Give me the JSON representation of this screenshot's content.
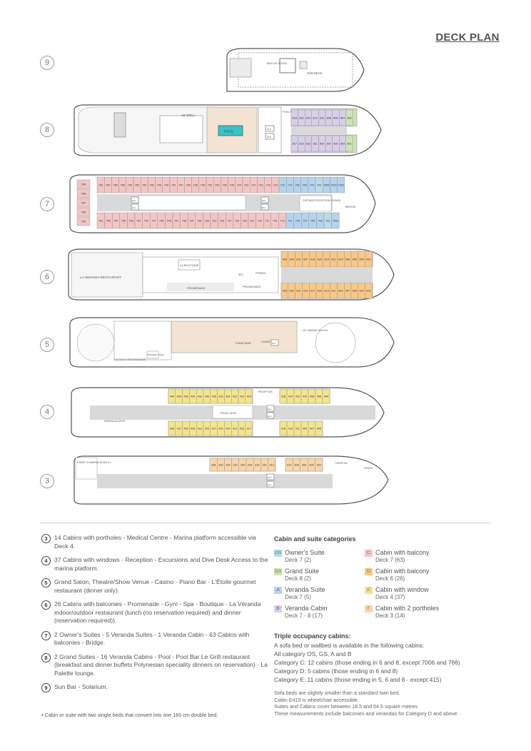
{
  "page": {
    "title": "DECK PLAN"
  },
  "decks": [
    {
      "num": "9"
    },
    {
      "num": "8"
    },
    {
      "num": "7"
    },
    {
      "num": "6"
    },
    {
      "num": "5"
    },
    {
      "num": "4"
    },
    {
      "num": "3"
    }
  ],
  "colors": {
    "OS": "#b9dbe8",
    "GS": "#cfe1b9",
    "A": "#b5d3ee",
    "B": "#d7cfe8",
    "C": "#f2c6c4",
    "D": "#f7c88a",
    "E": "#f3e48e",
    "F": "#f7d6aa",
    "hull": "#555555",
    "corridor": "#d9d9d9",
    "pool": "#36c4c8"
  },
  "deck_labels": {
    "bar": "BAR DU SOLEIL",
    "sun_deck": "SUN DECK",
    "le_grill": "LE GRILL",
    "pool": "POOL",
    "pool_bar": "POOL BAR",
    "elv": "ELV",
    "bridge": "BRIDGE",
    "captains": "CAPTAIN'S RECEPTION LOUNGE",
    "veranda_rest": "LA VERANDA RESTAURANT",
    "boutique": "LA BOUTIQUE",
    "promenade": "PROMENADE",
    "spa": "SPA",
    "fitness": "FITNESS",
    "grand_salon": "LE GRAND SALON",
    "piano_bar": "PIANO BAR",
    "casino": "CASINO",
    "internet": "INTERNET CAFÉ",
    "etoile": "L'ETOILE RESTAURANT",
    "marina": "MARINA ACCESS",
    "travel_desk": "TRAVEL DESK",
    "reception": "RECEPTION",
    "stairs": "STAIRS TO MARINA ON DECK 4",
    "hospital": "HOSPITAL",
    "pharm": "PHARM"
  },
  "cabins": {
    "d8_top": [
      "818",
      "816",
      "814",
      "812",
      "810",
      "808",
      "806",
      "804",
      "802"
    ],
    "d8_bot": [
      "817",
      "815",
      "813",
      "811",
      "809",
      "807",
      "805",
      "803",
      "801"
    ],
    "d7_top": [
      "762",
      "760",
      "758",
      "756",
      "754",
      "752",
      "750",
      "748",
      "746",
      "744",
      "742",
      "740",
      "738",
      "736",
      "734",
      "732",
      "730",
      "728",
      "726",
      "724",
      "722",
      "720",
      "718",
      "716",
      "714",
      "712",
      "710",
      "708",
      "706",
      "704",
      "702",
      "7006",
      "7004",
      "7002"
    ],
    "d7_bot": [
      "761",
      "759",
      "757",
      "755",
      "753",
      "751",
      "749",
      "747",
      "745",
      "743",
      "741",
      "739",
      "737",
      "735",
      "733",
      "731",
      "729",
      "727",
      "725",
      "723",
      "721",
      "719",
      "717",
      "715",
      "713",
      "711",
      "709",
      "707",
      "705",
      "703",
      "701",
      "7003"
    ],
    "d7_aft": [
      "764",
      "766",
      "767",
      "765",
      "763"
    ],
    "d6_top": [
      "626",
      "624",
      "622",
      "620",
      "618",
      "616",
      "614",
      "612",
      "610",
      "608",
      "606",
      "604",
      "602"
    ],
    "d6_bot": [
      "625",
      "623",
      "621",
      "619",
      "617",
      "615",
      "613",
      "611",
      "609",
      "607",
      "605",
      "603",
      "601"
    ],
    "d4_top1": [
      "440",
      "438",
      "436",
      "434",
      "432",
      "430",
      "428",
      "426",
      "424",
      "422",
      "420",
      "418"
    ],
    "d4_top2": [
      "416",
      "414",
      "412",
      "410",
      "408",
      "406",
      "404"
    ],
    "d4_bot1": [
      "439",
      "437",
      "435",
      "433",
      "431",
      "429",
      "427",
      "425",
      "423",
      "421",
      "419",
      "417"
    ],
    "d4_bot2": [
      "415",
      "413",
      "411",
      "409",
      "407",
      "405"
    ],
    "d3_top1": [
      "328",
      "326",
      "324",
      "322",
      "320",
      "318",
      "316",
      "314",
      "312"
    ],
    "d3_top2": [
      "310",
      "308",
      "306",
      "304",
      "302"
    ]
  },
  "legend": [
    {
      "num": "3",
      "text": "14 Cabins with portholes - Medical Centre - Marina platform accessible via Deck 4."
    },
    {
      "num": "4",
      "text": "37 Cabins with windows - Reception - Excursions and Dive Desk Access to the marina platform."
    },
    {
      "num": "5",
      "text": "Grand Salon, Theatre/Show Venue - Casino - Piano Bar - L'Étoile gourmet restaurant (dinner only)."
    },
    {
      "num": "6",
      "text": "26 Cabins with balconies - Promenade - Gym - Spa - Boutique - La Véranda indoor/outdoor restaurant (lunch (no reservation required) and dinner (reservation required))."
    },
    {
      "num": "7",
      "text": "2 Owner's Suites - 5 Veranda Suites - 1 Veranda Cabin - 63 Cabins with balconies - Bridge."
    },
    {
      "num": "8",
      "text": "2 Grand Suites - 16 Veranda Cabins - Pool - Pool Bar Le Grill restaurant (breakfast and dinner buffets Polynesian speciality dinners on reservation) - La Palette lounge."
    },
    {
      "num": "9",
      "text": "Sun Bar - Solarium."
    }
  ],
  "footnote": "• Cabin or suite with two single beds that convert into one 160 cm double bed.",
  "categories_title": "Cabin and suite categories",
  "categories": [
    {
      "code": "OS",
      "name": "Owner's Suite",
      "deck": "Deck 7 (2)"
    },
    {
      "code": "C",
      "name": "Cabin with balcony",
      "deck": "Deck 7 (63)"
    },
    {
      "code": "GS",
      "name": "Grand Suite",
      "deck": "Deck 8 (2)"
    },
    {
      "code": "D",
      "name": "Cabin with balcony",
      "deck": "Deck 6 (26)"
    },
    {
      "code": "A",
      "name": "Veranda Suite",
      "deck": "Deck 7 (5)"
    },
    {
      "code": "E",
      "name": "Cabin with window",
      "deck": "Deck 4 (37)"
    },
    {
      "code": "B",
      "name": "Veranda Cabin",
      "deck": "Deck 7 - 8 (17)"
    },
    {
      "code": "F",
      "name": "Cabin with 2 portholes",
      "deck": "Deck 3 (14)"
    }
  ],
  "triple": {
    "title": "Triple occupancy cabins:",
    "lines": [
      "A sofa bed or wallbed is available in the following cabins:",
      "All category OS, GS, A and B",
      "Category C: 12 cabins (those ending in 6 and 8, except 7006 and 766)",
      "Category D: 5 cabins (those ending in 6 and 8)",
      "Category E: 11 cabins (those ending in 5, 6 and 8 - except 415)"
    ]
  },
  "notes": [
    "Sofa beds are slightly smaller than a standard twin bed.",
    "Cabin E415 is wheelchair accessible.",
    "Suites and Cabins cover between 18.5 and 54.5 square metres.",
    "These measurements include balconies and verandas for Category D and above."
  ]
}
